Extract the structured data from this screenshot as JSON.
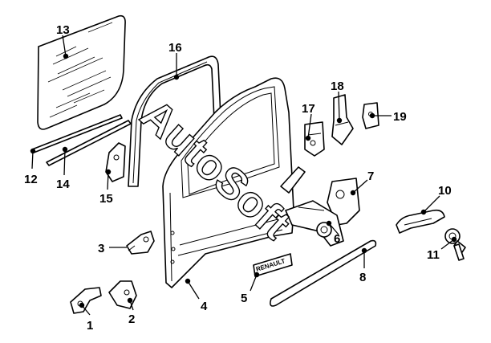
{
  "callouts": [
    {
      "id": "1",
      "label": "1"
    },
    {
      "id": "2",
      "label": "2"
    },
    {
      "id": "3",
      "label": "3"
    },
    {
      "id": "4",
      "label": "4"
    },
    {
      "id": "5",
      "label": "5"
    },
    {
      "id": "6",
      "label": "6"
    },
    {
      "id": "7",
      "label": "7"
    },
    {
      "id": "8",
      "label": "8"
    },
    {
      "id": "10",
      "label": "10"
    },
    {
      "id": "11",
      "label": "11"
    },
    {
      "id": "12",
      "label": "12"
    },
    {
      "id": "13",
      "label": "13"
    },
    {
      "id": "14",
      "label": "14"
    },
    {
      "id": "15",
      "label": "15"
    },
    {
      "id": "16",
      "label": "16"
    },
    {
      "id": "17",
      "label": "17"
    },
    {
      "id": "18",
      "label": "18"
    },
    {
      "id": "19",
      "label": "19"
    }
  ],
  "badge": {
    "text": "RENAULT"
  },
  "watermark": {
    "text": "AutoSoft"
  }
}
